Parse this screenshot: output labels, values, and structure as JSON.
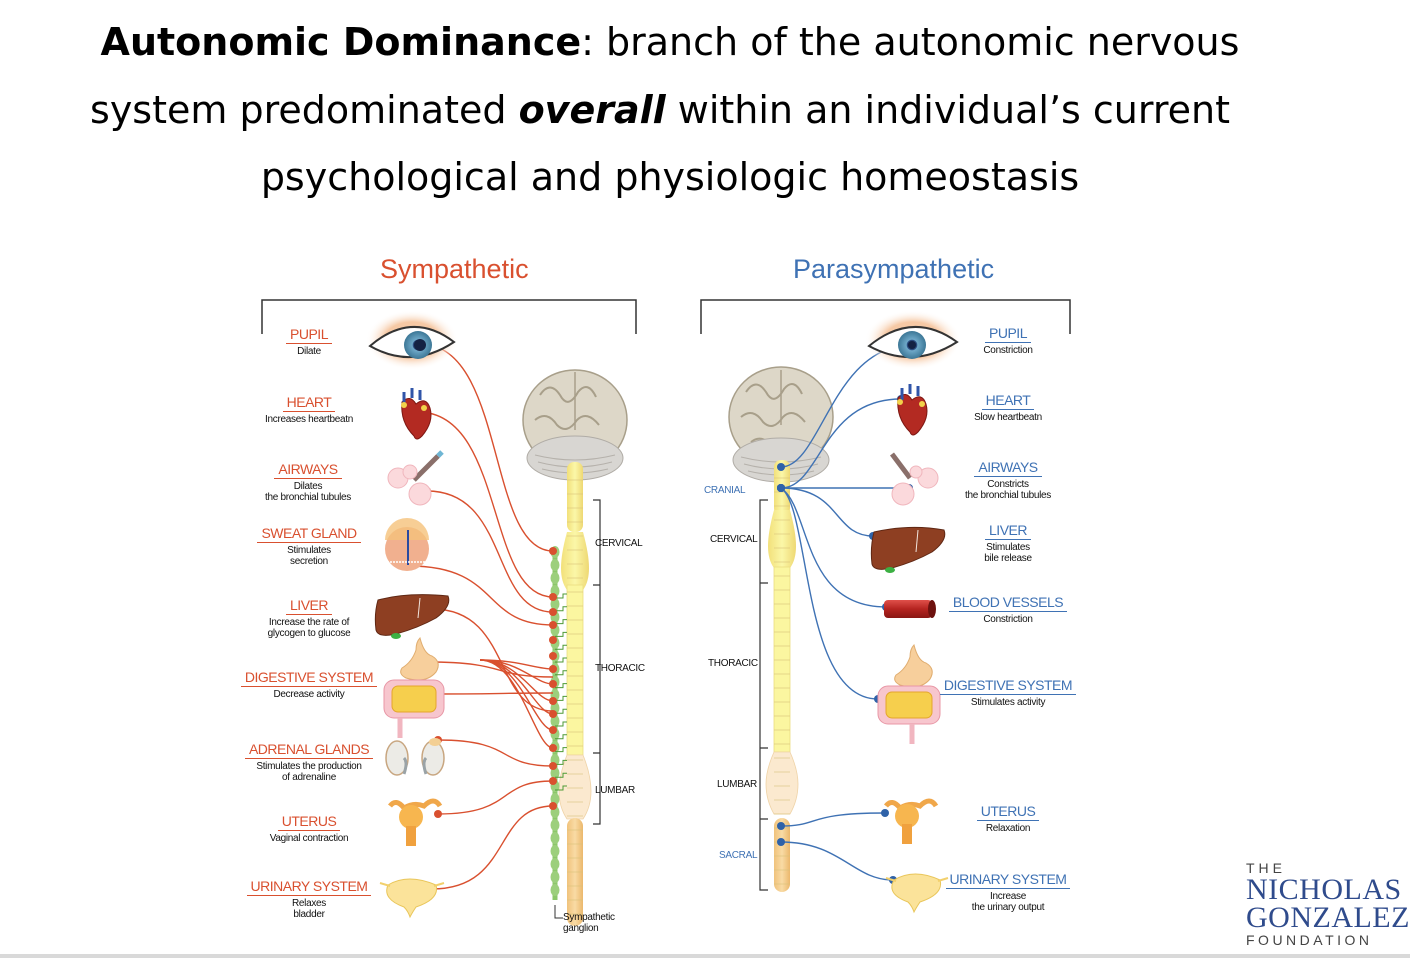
{
  "header": {
    "term": "Autonomic Dominance",
    "line1_rest": ": branch of the autonomic nervous",
    "line2_pre": "system predominated ",
    "line2_emph": "overall",
    "line2_post": " within an individual’s current",
    "line3": "psychological and physiologic homeostasis"
  },
  "colors": {
    "sympathetic": "#d9502f",
    "parasympathetic": "#3f72b4"
  },
  "sympathetic": {
    "title": "Sympathetic",
    "organs": [
      {
        "name": "PUPIL",
        "desc": [
          "Dilate"
        ],
        "icon": "eye-icon"
      },
      {
        "name": "HEART",
        "desc": [
          "Increases heartbeatn"
        ],
        "icon": "heart-icon"
      },
      {
        "name": "AIRWAYS",
        "desc": [
          "Dilates",
          "the bronchial tubules"
        ],
        "icon": "lungs-icon"
      },
      {
        "name": "SWEAT GLAND",
        "desc": [
          "Stimulates",
          "secretion"
        ],
        "icon": "sweat-gland-icon"
      },
      {
        "name": "LIVER",
        "desc": [
          "Increase the rate of",
          "glycogen to glucose"
        ],
        "icon": "liver-icon"
      },
      {
        "name": "DIGESTIVE SYSTEM",
        "desc": [
          "Decrease activity"
        ],
        "icon": "digestive-icon"
      },
      {
        "name": "ADRENAL GLANDS",
        "desc": [
          "Stimulates the production",
          "of adrenaline"
        ],
        "icon": "kidneys-icon"
      },
      {
        "name": "UTERUS",
        "desc": [
          "Vaginal contraction"
        ],
        "icon": "uterus-icon"
      },
      {
        "name": "URINARY SYSTEM",
        "desc": [
          "Relaxes",
          "bladder"
        ],
        "icon": "bladder-icon"
      }
    ],
    "segments": [
      "CERVICAL",
      "THORACIC",
      "LUMBAR"
    ],
    "ganglion_label": [
      "Sympathetic",
      "ganglion"
    ]
  },
  "parasympathetic": {
    "title": "Parasympathetic",
    "organs": [
      {
        "name": "PUPIL",
        "desc": [
          "Constriction"
        ],
        "icon": "eye-icon"
      },
      {
        "name": "HEART",
        "desc": [
          "Slow heartbeatn"
        ],
        "icon": "heart-icon"
      },
      {
        "name": "AIRWAYS",
        "desc": [
          "Constricts",
          "the bronchial tubules"
        ],
        "icon": "lungs-icon"
      },
      {
        "name": "LIVER",
        "desc": [
          "Stimulates",
          "bile release"
        ],
        "icon": "liver-icon"
      },
      {
        "name": "BLOOD VESSELS",
        "desc": [
          "Constriction"
        ],
        "icon": "blood-vessel-icon"
      },
      {
        "name": "DIGESTIVE SYSTEM",
        "desc": [
          "Stimulates activity"
        ],
        "icon": "digestive-icon"
      },
      {
        "name": "UTERUS",
        "desc": [
          "Relaxation"
        ],
        "icon": "uterus-icon"
      },
      {
        "name": "URINARY SYSTEM",
        "desc": [
          "Increase",
          "the urinary output"
        ],
        "icon": "bladder-icon"
      }
    ],
    "segments": [
      "CRANIAL",
      "CERVICAL",
      "THORACIC",
      "LUMBAR",
      "SACRAL"
    ]
  },
  "logo": {
    "the": "THE",
    "line1": "NICHOLAS",
    "line2": "GONZALEZ",
    "line3": "FOUNDATION"
  }
}
